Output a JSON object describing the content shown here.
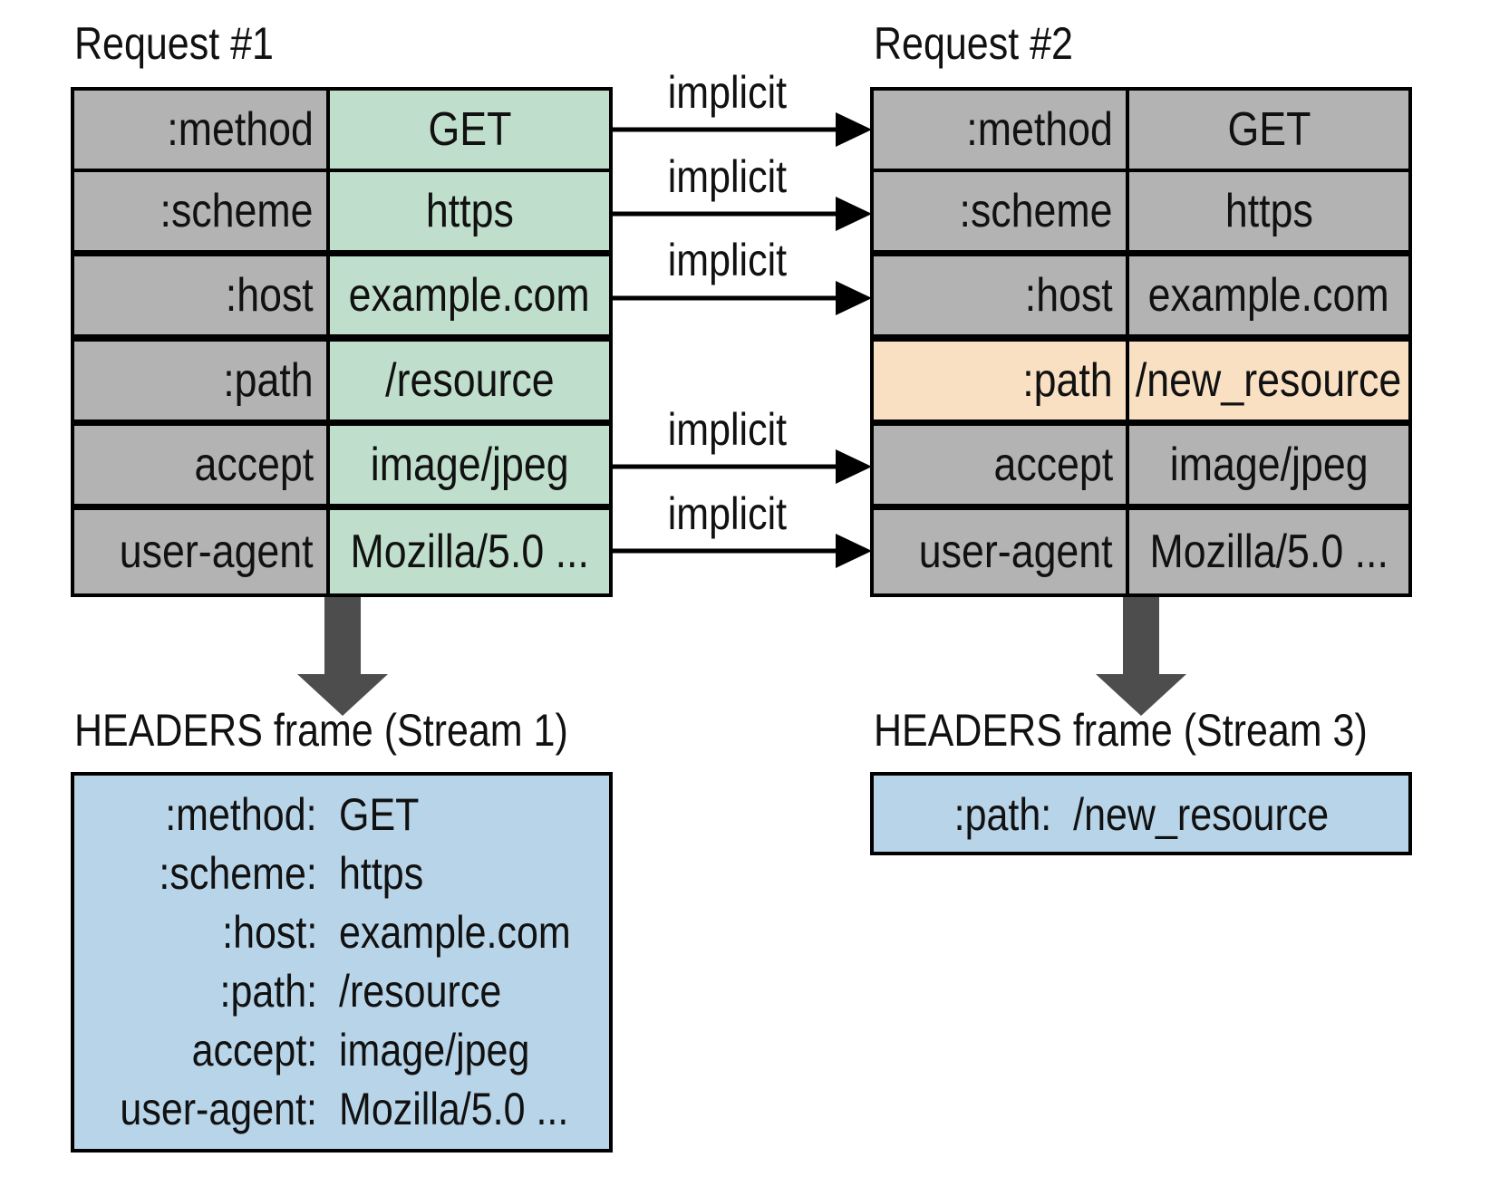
{
  "request1": {
    "title": "Request #1",
    "rows": [
      {
        "key": ":method",
        "value": "GET"
      },
      {
        "key": ":scheme",
        "value": "https"
      },
      {
        "key": ":host",
        "value": "example.com"
      },
      {
        "key": ":path",
        "value": "/resource"
      },
      {
        "key": "accept",
        "value": "image/jpeg"
      },
      {
        "key": "user-agent",
        "value": "Mozilla/5.0 ..."
      }
    ]
  },
  "request2": {
    "title": "Request #2",
    "rows": [
      {
        "key": ":method",
        "value": "GET"
      },
      {
        "key": ":scheme",
        "value": "https"
      },
      {
        "key": ":host",
        "value": "example.com"
      },
      {
        "key": ":path",
        "value": "/new_resource",
        "changed": true
      },
      {
        "key": "accept",
        "value": "image/jpeg"
      },
      {
        "key": "user-agent",
        "value": "Mozilla/5.0 ..."
      }
    ]
  },
  "implicit_label": "implicit",
  "frame1": {
    "title": "HEADERS frame (Stream 1)",
    "rows": [
      {
        "key": ":method:",
        "value": "GET"
      },
      {
        "key": ":scheme:",
        "value": "https"
      },
      {
        "key": ":host:",
        "value": "example.com"
      },
      {
        "key": ":path:",
        "value": "/resource"
      },
      {
        "key": "accept:",
        "value": "image/jpeg"
      },
      {
        "key": "user-agent:",
        "value": "Mozilla/5.0 ..."
      }
    ]
  },
  "frame3": {
    "title": "HEADERS frame (Stream 3)",
    "row": {
      "key": ":path:",
      "value": "/new_resource"
    }
  },
  "colors": {
    "key_cell": "#b3b3b3",
    "value_cell_request1": "#bfdecb",
    "changed_cell": "#f9e0c3",
    "frame": "#b8d4e8",
    "flow_arrow": "#4d4d4d"
  }
}
